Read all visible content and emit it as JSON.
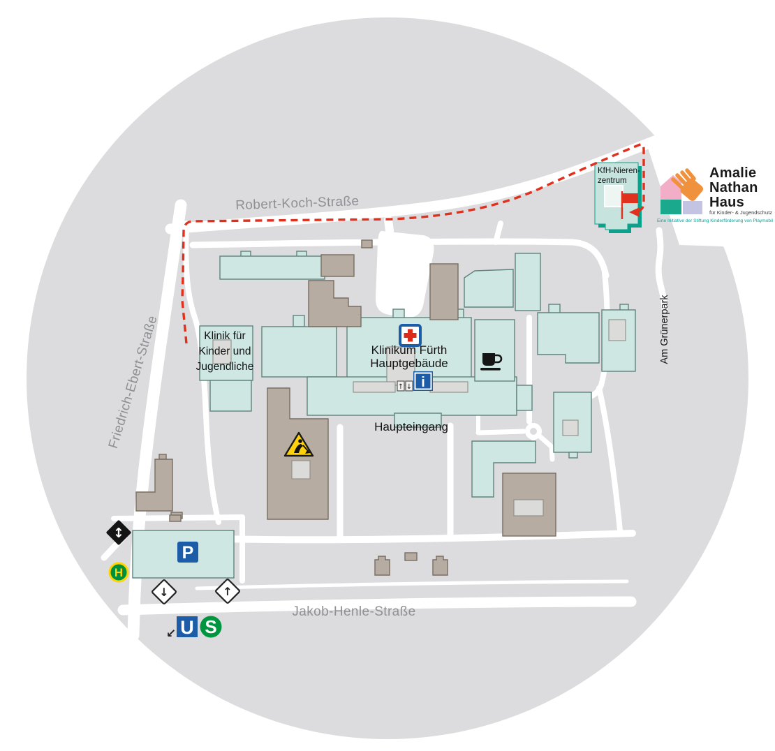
{
  "colors": {
    "circle_bg": "#dcdcde",
    "street_white": "#ffffff",
    "building_teal": "#cee7e2",
    "building_brown": "#b7aca1",
    "route_red": "#e0301e",
    "icon_blue": "#1d5ca7",
    "cross_red": "#dd2b1b",
    "kfh_accent": "#0aa28c",
    "bus_green": "#00903c",
    "bus_yellow": "#ffd400",
    "sbahn_green": "#00963f",
    "construction_yellow": "#ffd10a",
    "logo_orange": "#f0913d",
    "logo_pink": "#f2aec6",
    "logo_teal": "#1aa98c",
    "logo_lavender": "#c3c4e2",
    "logo_tagline_teal": "#00a79f",
    "street_label_gray": "#8f9095"
  },
  "streets": {
    "robert_koch": "Robert-Koch-Straße",
    "friedrich_ebert": "Friedrich-Ebert-Straße",
    "jakob_henle": "Jakob-Henle-Straße",
    "am_gruenerpark": "Am Grünerpark"
  },
  "buildings": {
    "kinderklinik_line1": "Klinik für",
    "kinderklinik_line2": "Kinder und",
    "kinderklinik_line3": "Jugendliche",
    "hauptgebaeude_line1": "Klinikum Fürth",
    "hauptgebaeude_line2": "Hauptgebäude",
    "kfh_line1": "KfH-Nieren-",
    "kfh_line2": "zentrum",
    "haupteingang": "Haupteingang"
  },
  "icons": {
    "parking": "P",
    "ubahn": "U",
    "sbahn": "S",
    "bus_stop": "H",
    "info": "i",
    "two_way_arrow": "↕",
    "exit_arrow_down": "↓",
    "entry_arrow_up": "↑",
    "ubahn_pointer": "↙",
    "elevator_up": "↑",
    "elevator_down": "↓"
  },
  "logo": {
    "line1": "Amalie",
    "line2": "Nathan",
    "line3": "Haus",
    "subtitle": "für Kinder- & Jugendschutz",
    "tagline": "Eine Initiative der Stiftung Kinderförderung von Playmobil"
  }
}
